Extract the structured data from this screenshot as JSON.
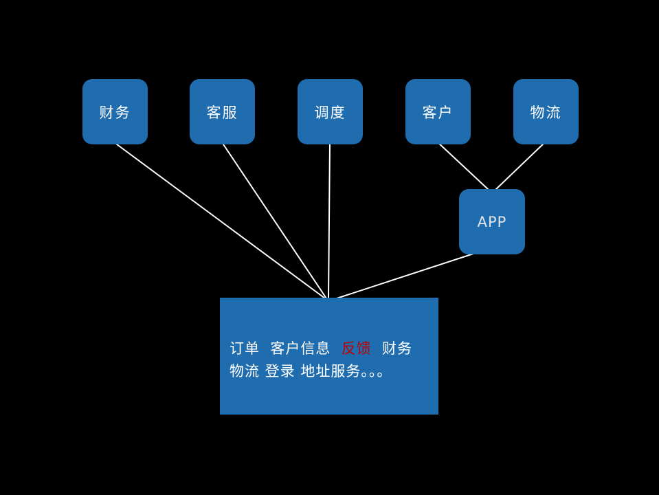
{
  "diagram": {
    "nodes": [
      {
        "id": "finance",
        "label": "财务"
      },
      {
        "id": "service",
        "label": "客服"
      },
      {
        "id": "dispatch",
        "label": "调度"
      },
      {
        "id": "customer",
        "label": "客户"
      },
      {
        "id": "logistics",
        "label": "物流"
      },
      {
        "id": "app",
        "label": "APP"
      }
    ],
    "detail_box": {
      "line1_part1": "订单  客户信息  ",
      "highlight": "反馈",
      "line1_part2": "  财务",
      "line2": "物流 登录 地址服务。。。"
    },
    "colors": {
      "background": "#000000",
      "node_fill": "#1f6cae",
      "connector": "#ffffff",
      "node_text": "#ffffff",
      "highlight_text": "#c00000"
    }
  }
}
